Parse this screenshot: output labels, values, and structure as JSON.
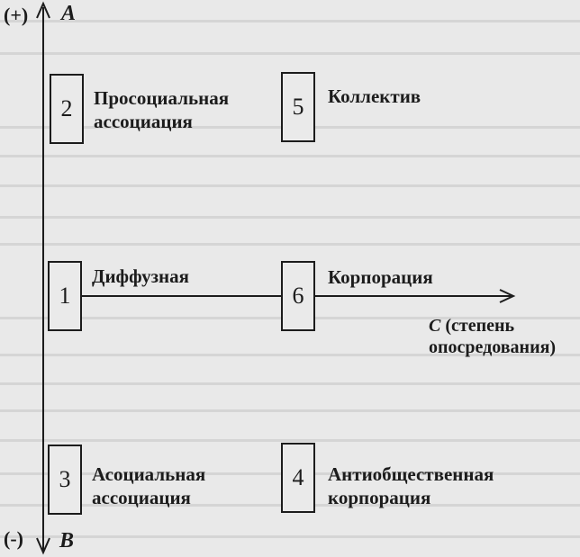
{
  "axis_y": {
    "top_sign": "(+)",
    "top_letter": "A",
    "bottom_sign": "(-)",
    "bottom_letter": "B"
  },
  "axis_x": {
    "letter": "C",
    "label_line1": "(степень",
    "label_line2": "опосредования)"
  },
  "nodes": [
    {
      "number": "2",
      "line1": "Просоциальная",
      "line2": "ассоциация"
    },
    {
      "number": "5",
      "line1": "Коллектив",
      "line2": ""
    },
    {
      "number": "1",
      "line1": "Диффузная",
      "line2": ""
    },
    {
      "number": "6",
      "line1": "Корпорация",
      "line2": ""
    },
    {
      "number": "3",
      "line1": "Асоциальная",
      "line2": "ассоциация"
    },
    {
      "number": "4",
      "line1": "Антиобщественная",
      "line2": "корпорация"
    }
  ]
}
